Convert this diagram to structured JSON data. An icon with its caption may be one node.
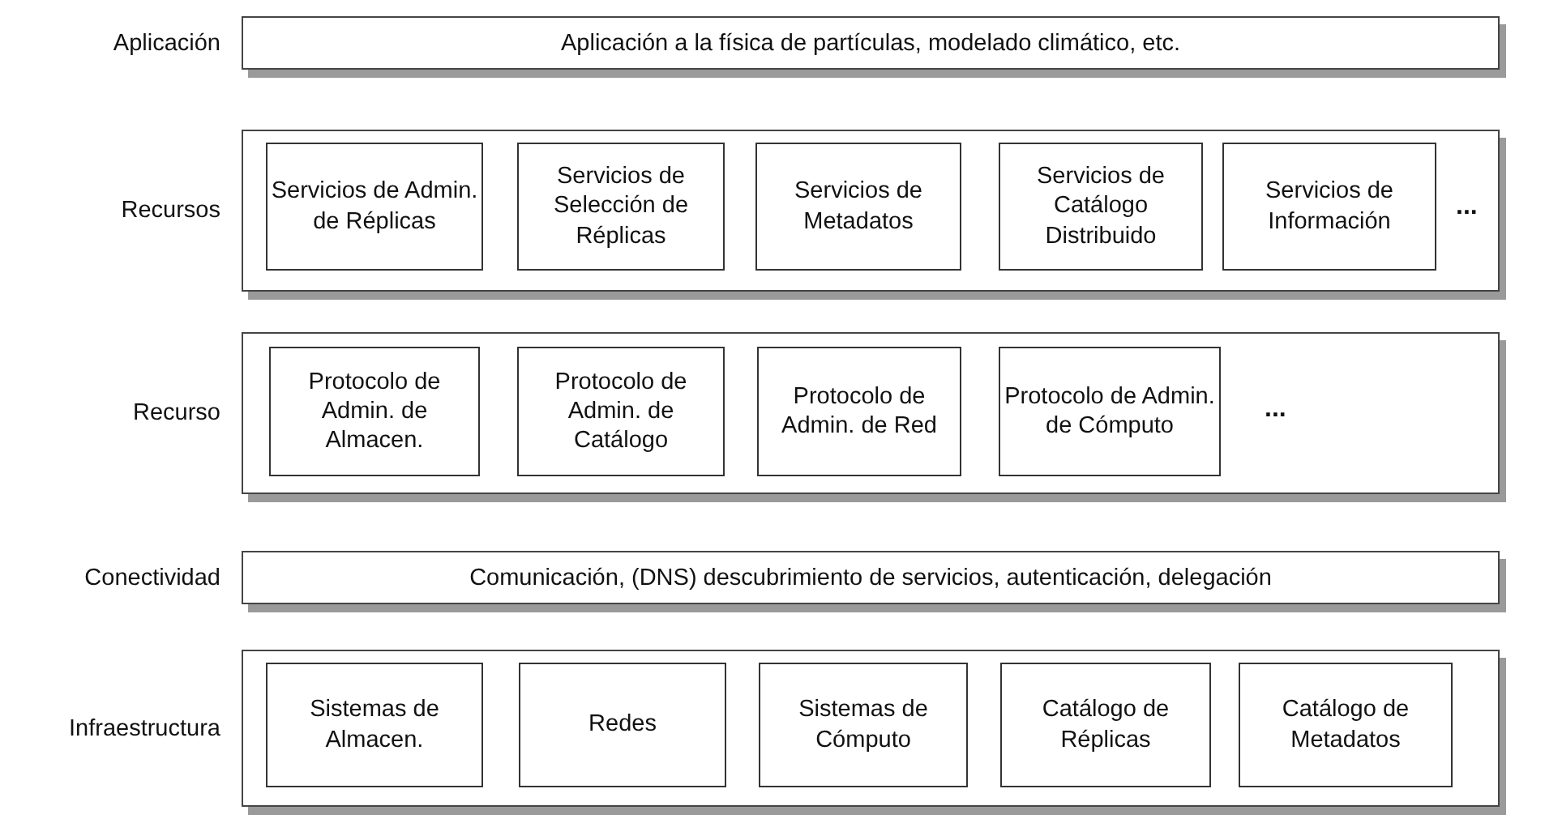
{
  "diagram": {
    "nodes": [
      {
        "text": [
          "Aplicación",
          "Aplicación a la física de partículas, modelado climático, etc."
        ]
      },
      {
        "text": [
          "Recursos",
          "..."
        ]
      },
      {
        "text": [
          "Servicios de Admin. de Réplicas"
        ],
        "in": 1
      },
      {
        "text": [
          "Servicios de Selección de Réplicas"
        ],
        "in": 1
      },
      {
        "text": [
          "Servicios de Metadatos"
        ],
        "in": 1
      },
      {
        "text": [
          "Servicios de Catálogo Distribuido"
        ],
        "in": 1
      },
      {
        "text": [
          "Servicios de Información"
        ],
        "in": 1
      },
      {
        "text": [
          "Recurso",
          "..."
        ]
      },
      {
        "text": [
          "Protocolo de Admin. de Almacen."
        ],
        "in": 7
      },
      {
        "text": [
          "Protocolo de Admin. de Catálogo"
        ],
        "in": 7
      },
      {
        "text": [
          "Protocolo de Admin. de Red"
        ],
        "in": 7
      },
      {
        "text": [
          "Protocolo de Admin. de Cómputo"
        ],
        "in": 7
      },
      {
        "text": [
          "Conectividad",
          "Comunicación, (DNS) descubrimiento de servicios, autenticación, delegación"
        ]
      },
      {
        "text": [
          "Infraestructura"
        ]
      },
      {
        "text": [
          "Sistemas de Almacen."
        ],
        "in": 13
      },
      {
        "text": [
          "Redes"
        ],
        "in": 13
      },
      {
        "text": [
          "Sistemas de Cómputo"
        ],
        "in": 13
      },
      {
        "text": [
          "Catálogo de Réplicas"
        ],
        "in": 13
      },
      {
        "text": [
          "Catálogo de Metadatos"
        ],
        "in": 13
      }
    ]
  }
}
